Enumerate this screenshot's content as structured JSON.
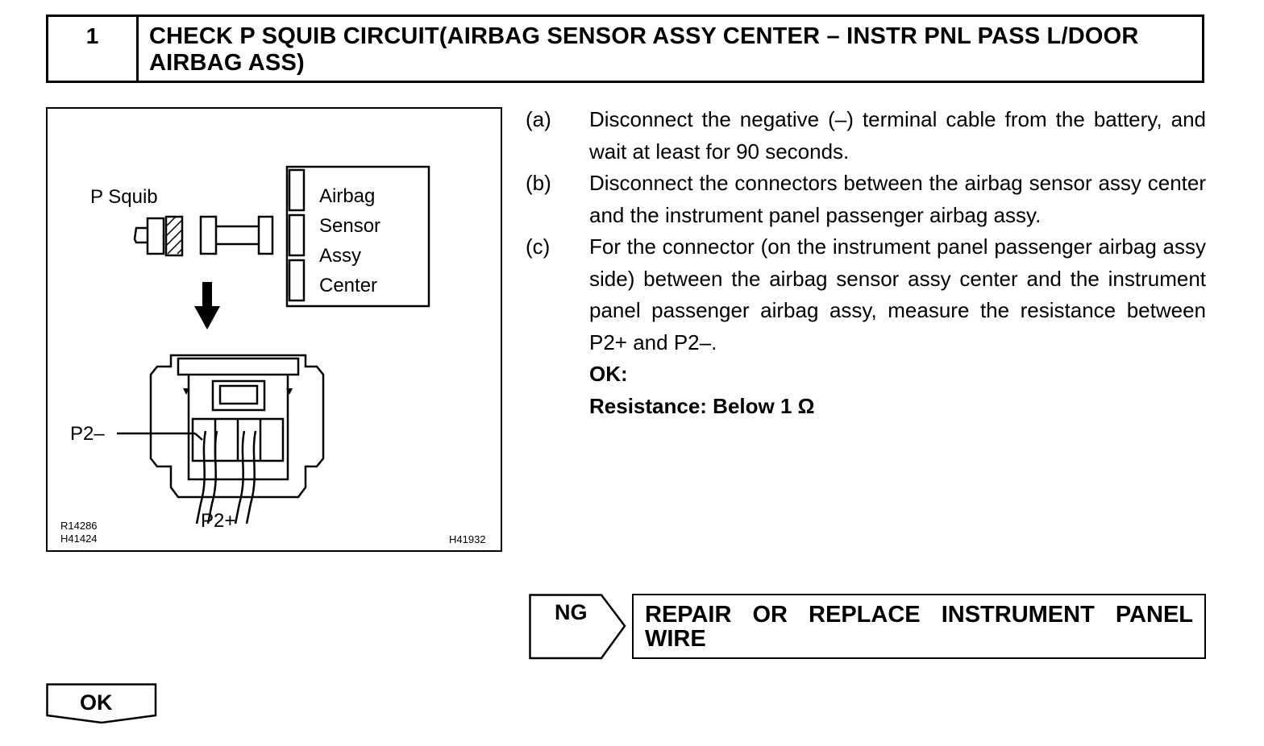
{
  "step": {
    "number": "1",
    "title": "CHECK P SQUIB CIRCUIT(AIRBAG SENSOR ASSY CENTER – INSTR PNL PASS L/DOOR AIRBAG ASS)"
  },
  "figure": {
    "p_squib_label": "P Squib",
    "sensor_lines": [
      "Airbag",
      "Sensor",
      "Assy",
      "Center"
    ],
    "p2_minus_label": "P2–",
    "p2_plus_label": "P2+",
    "codes_left": [
      "R14286",
      "H41424"
    ],
    "code_right": "H41932"
  },
  "instructions": [
    {
      "label": "(a)",
      "text": "Disconnect the negative (–) terminal cable from the battery, and wait at least for 90 seconds."
    },
    {
      "label": "(b)",
      "text": "Disconnect the connectors between the airbag sensor assy center and the instrument panel passenger airbag assy."
    },
    {
      "label": "(c)",
      "text": "For the connector (on the instrument panel passenger airbag assy side) between the airbag sensor assy center and the instrument panel passenger airbag assy, measure the resistance between P2+ and P2–."
    }
  ],
  "ok_label": "OK:",
  "resistance_spec": "Resistance: Below 1 Ω",
  "ng_result": {
    "tag": "NG",
    "line1": "REPAIR OR REPLACE INSTRUMENT PANEL",
    "line2": "WIRE"
  },
  "ok_tag": "OK"
}
